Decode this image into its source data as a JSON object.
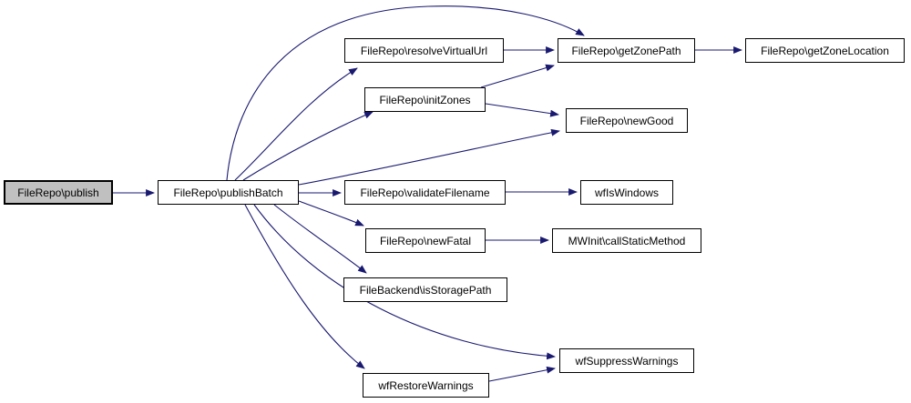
{
  "diagram_type": "doxygen-call-graph",
  "colors": {
    "background": "#ffffff",
    "edge": "#191970",
    "node_border": "#000000",
    "node_fill": "#ffffff",
    "highlight_fill": "#c0c0c0"
  },
  "nodes": [
    {
      "id": "publish",
      "label": "FileRepo\\publish",
      "highlighted": true
    },
    {
      "id": "publishBatch",
      "label": "FileRepo\\publishBatch",
      "highlighted": false
    },
    {
      "id": "resolveVirtualUrl",
      "label": "FileRepo\\resolveVirtualUrl",
      "highlighted": false
    },
    {
      "id": "initZones",
      "label": "FileRepo\\initZones",
      "highlighted": false
    },
    {
      "id": "getZonePath",
      "label": "FileRepo\\getZonePath",
      "highlighted": false
    },
    {
      "id": "getZoneLocation",
      "label": "FileRepo\\getZoneLocation",
      "highlighted": false
    },
    {
      "id": "newGood",
      "label": "FileRepo\\newGood",
      "highlighted": false
    },
    {
      "id": "validateFilename",
      "label": "FileRepo\\validateFilename",
      "highlighted": false
    },
    {
      "id": "wfIsWindows",
      "label": "wfIsWindows",
      "highlighted": false
    },
    {
      "id": "newFatal",
      "label": "FileRepo\\newFatal",
      "highlighted": false
    },
    {
      "id": "callStaticMethod",
      "label": "MWInit\\callStaticMethod",
      "highlighted": false
    },
    {
      "id": "isStoragePath",
      "label": "FileBackend\\isStoragePath",
      "highlighted": false
    },
    {
      "id": "wfRestoreWarnings",
      "label": "wfRestoreWarnings",
      "highlighted": false
    },
    {
      "id": "wfSuppressWarnings",
      "label": "wfSuppressWarnings",
      "highlighted": false
    }
  ],
  "edges": [
    {
      "from": "publish",
      "to": "publishBatch"
    },
    {
      "from": "publishBatch",
      "to": "resolveVirtualUrl"
    },
    {
      "from": "publishBatch",
      "to": "initZones"
    },
    {
      "from": "publishBatch",
      "to": "getZonePath"
    },
    {
      "from": "publishBatch",
      "to": "newGood"
    },
    {
      "from": "publishBatch",
      "to": "validateFilename"
    },
    {
      "from": "publishBatch",
      "to": "newFatal"
    },
    {
      "from": "publishBatch",
      "to": "isStoragePath"
    },
    {
      "from": "publishBatch",
      "to": "wfSuppressWarnings"
    },
    {
      "from": "publishBatch",
      "to": "wfRestoreWarnings"
    },
    {
      "from": "resolveVirtualUrl",
      "to": "getZonePath"
    },
    {
      "from": "initZones",
      "to": "getZonePath"
    },
    {
      "from": "initZones",
      "to": "newGood"
    },
    {
      "from": "getZonePath",
      "to": "getZoneLocation"
    },
    {
      "from": "validateFilename",
      "to": "wfIsWindows"
    },
    {
      "from": "newFatal",
      "to": "callStaticMethod"
    },
    {
      "from": "wfRestoreWarnings",
      "to": "wfSuppressWarnings"
    }
  ]
}
